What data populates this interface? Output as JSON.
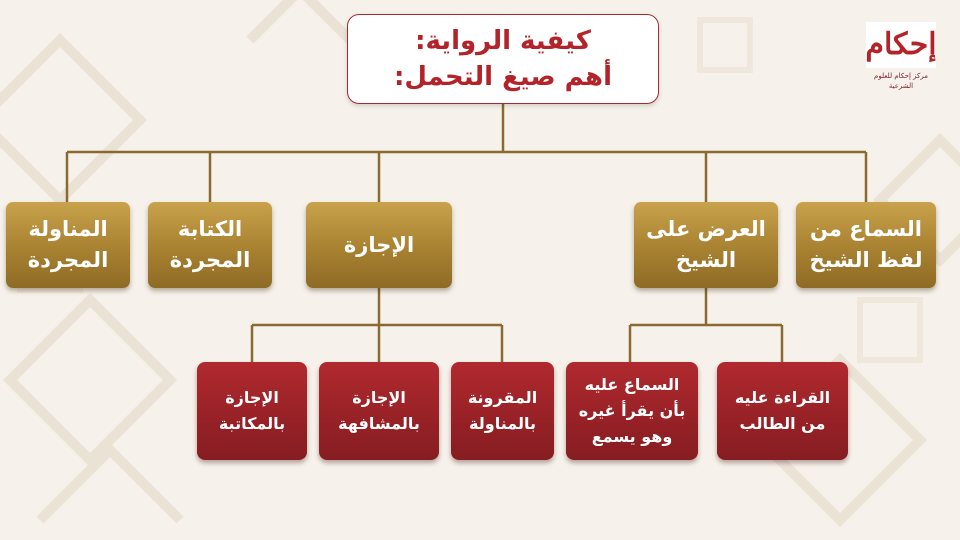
{
  "title": {
    "line1": "كيفية الرواية:",
    "line2": "أهم صيغ التحمل:"
  },
  "logo": {
    "name": "إحكام",
    "subtitle": "مركز إحكام للعلوم الشرعية"
  },
  "level1": {
    "sama": {
      "line1": "السماع من",
      "line2": "لفظ الشيخ"
    },
    "ard": {
      "line1": "العرض على",
      "line2": "الشيخ"
    },
    "ijaza": {
      "line1": "الإجازة"
    },
    "kitaba": {
      "line1": "الكتابة",
      "line2": "المجردة"
    },
    "munawala": {
      "line1": "المناولة",
      "line2": "المجردة"
    }
  },
  "level2": {
    "qiraa": {
      "line1": "القراءة عليه",
      "line2": "من الطالب"
    },
    "samaalayh": {
      "line1": "السماع عليه",
      "line2": "بأن يقرأ غيره",
      "line3": "وهو يسمع"
    },
    "maqruna": {
      "line1": "المقرونة",
      "line2": "بالمناولة"
    },
    "mushafaha": {
      "line1": "الإجازة",
      "line2": "بالمشافهة"
    },
    "mukataba": {
      "line1": "الإجازة",
      "line2": "بالمكاتبة"
    }
  },
  "colors": {
    "title_red": "#b3232a",
    "gold": "#a88131",
    "dark_red": "#962126",
    "connector": "#8a6a30",
    "background": "#f6f1ea"
  }
}
